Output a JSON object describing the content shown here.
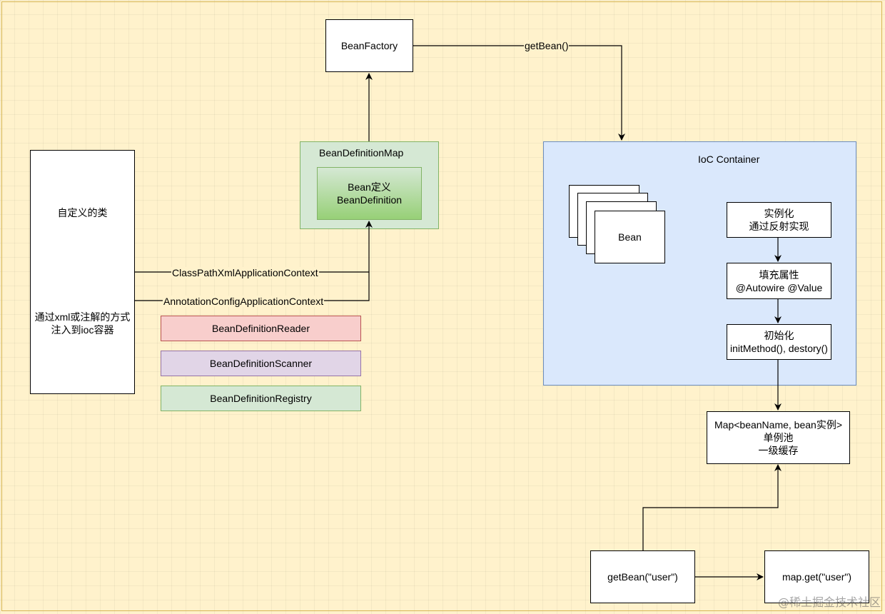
{
  "nodes": {
    "bean_factory": "BeanFactory",
    "bean_definition_map": "BeanDefinitionMap",
    "bean_definition": "Bean定义\nBeanDefinition",
    "custom_class_title": "自定义的类",
    "custom_class_desc": "通过xml或注解的方式\n注入到ioc容器",
    "bean_definition_reader": "BeanDefinitionReader",
    "bean_definition_scanner": "BeanDefinitionScanner",
    "bean_definition_registry": "BeanDefinitionRegistry",
    "ioc_container": "IoC Container",
    "bean": "Bean",
    "instantiate": "实例化\n通过反射实现",
    "populate": "填充属性\n@Autowire @Value",
    "initialize": "初始化\ninitMethod(), destory()",
    "singleton_pool": "Map<beanName, bean实例>\n单例池\n一级缓存",
    "get_bean_user": "getBean(\"user\")",
    "map_get_user": "map.get(\"user\")"
  },
  "edges": {
    "get_bean": "getBean()",
    "classpath_xml": "ClassPathXmlApplicationContext",
    "annotation_config": "AnnotationConfigApplicationContext"
  },
  "colors": {
    "canvas": "#fff2cc",
    "green_container_fill": "#d5e8d4",
    "green_container_stroke": "#82b366",
    "green_gradient_top": "#d5e8d4",
    "green_gradient_bottom": "#97d077",
    "reader_fill": "#f8cecc",
    "reader_stroke": "#b85450",
    "scanner_fill": "#e1d5e7",
    "scanner_stroke": "#9673a6",
    "registry_fill": "#d5e8d4",
    "registry_stroke": "#82b366",
    "ioc_fill": "#dae8fc",
    "ioc_stroke": "#6c8ebf"
  },
  "watermark": "@稀土掘金技术社区"
}
